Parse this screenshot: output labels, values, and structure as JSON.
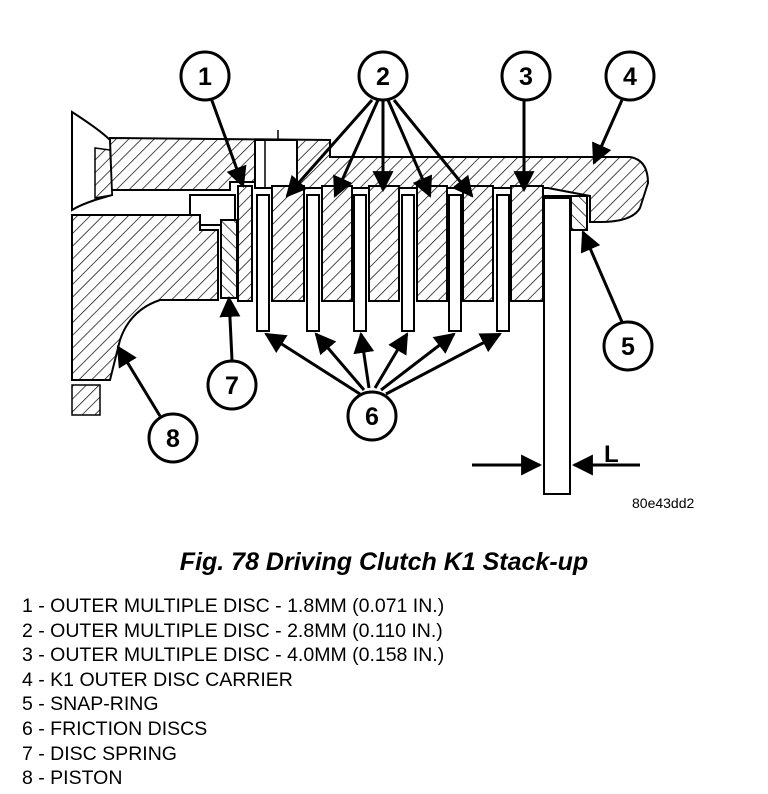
{
  "figure": {
    "ref_code": "80e43dd2",
    "caption": "Fig. 78 Driving Clutch K1 Stack-up",
    "dimension_label": "L"
  },
  "callouts": [
    {
      "num": "1",
      "label": "OUTER MULTIPLE DISC - 1.8MM (0.071 IN.)"
    },
    {
      "num": "2",
      "label": "OUTER MULTIPLE DISC - 2.8MM (0.110 IN.)"
    },
    {
      "num": "3",
      "label": "OUTER MULTIPLE DISC - 4.0MM (0.158 IN.)"
    },
    {
      "num": "4",
      "label": "K1 OUTER DISC CARRIER"
    },
    {
      "num": "5",
      "label": "SNAP-RING"
    },
    {
      "num": "6",
      "label": "FRICTION DISCS"
    },
    {
      "num": "7",
      "label": "DISC SPRING"
    },
    {
      "num": "8",
      "label": "PISTON"
    }
  ],
  "legend": [
    "1 - OUTER MULTIPLE DISC - 1.8MM (0.071 IN.)",
    "2 - OUTER MULTIPLE DISC - 2.8MM (0.110 IN.)",
    "3 - OUTER MULTIPLE DISC - 4.0MM (0.158 IN.)",
    "4 - K1 OUTER DISC CARRIER",
    "5 - SNAP-RING",
    "6 - FRICTION DISCS",
    "7 - DISC SPRING",
    "8 - PISTON"
  ]
}
